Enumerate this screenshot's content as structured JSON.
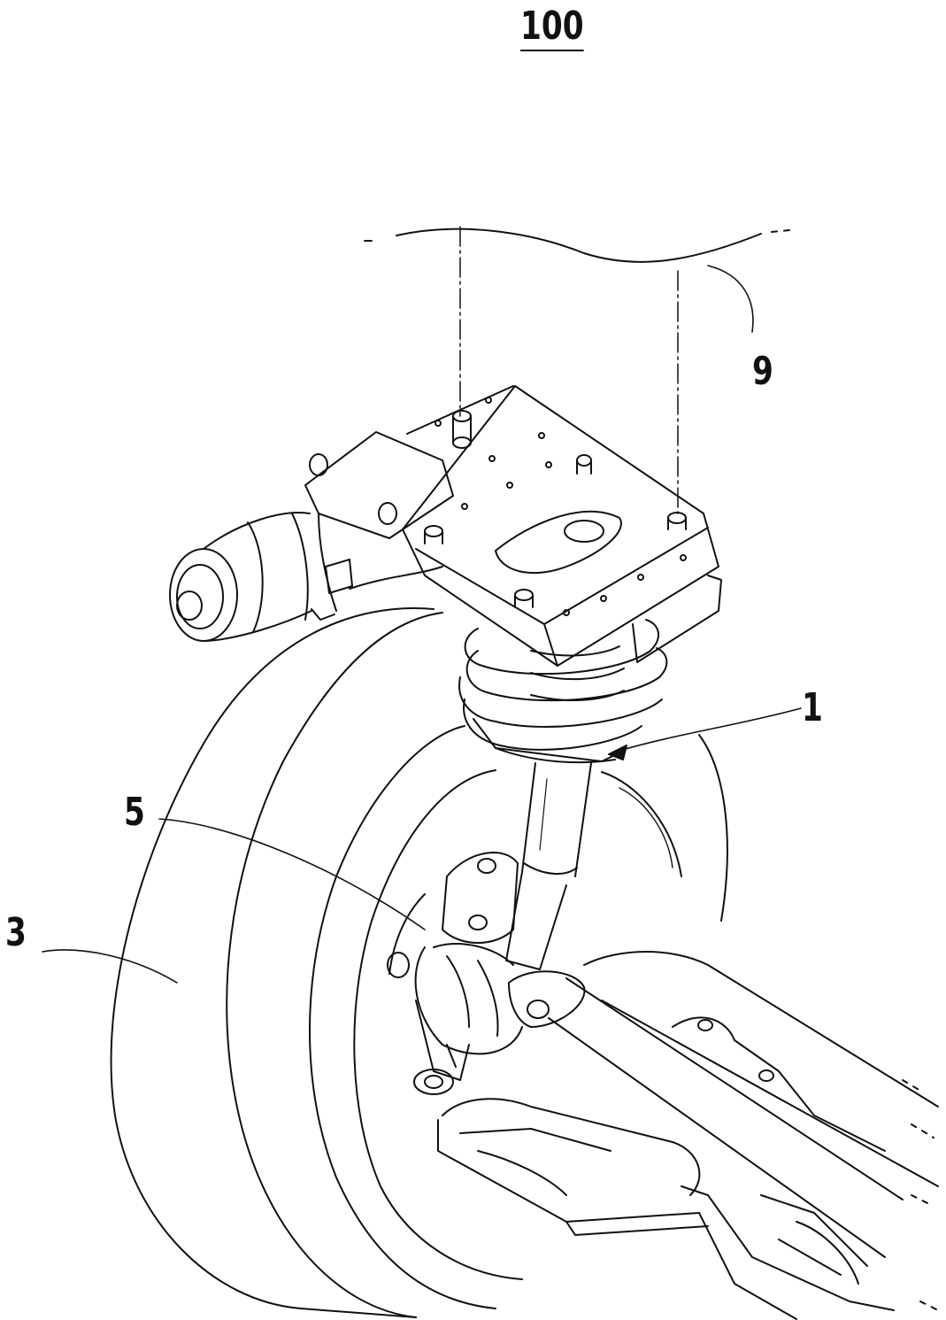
{
  "figure": {
    "title": "100"
  },
  "references": {
    "mount_plate": "9",
    "strut_assembly": "1",
    "knuckle": "5",
    "wheel": "3"
  },
  "colors": {
    "line": "#111111",
    "background": "#ffffff"
  }
}
